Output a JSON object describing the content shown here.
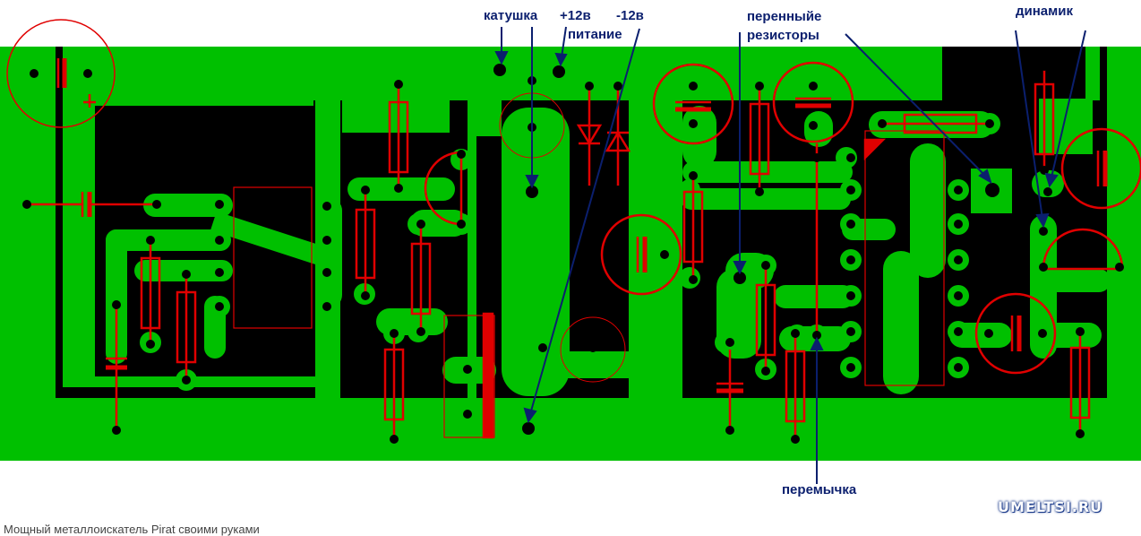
{
  "labels": {
    "coil": "катушка",
    "plus12": "+12в",
    "minus12": "-12в",
    "power": "питание",
    "variable_resistors_1": "перенныйе",
    "variable_resistors_2": "резисторы",
    "speaker": "динамик",
    "jumper": "перемычка"
  },
  "watermark": "UMELTSI.RU",
  "caption": "Мощный металлоискатель Pirat своими руками",
  "colors": {
    "board": "#00c000",
    "copper": "#00c000",
    "background": "#000000",
    "component": "#e00000",
    "annotation": "#0b1f6e"
  }
}
